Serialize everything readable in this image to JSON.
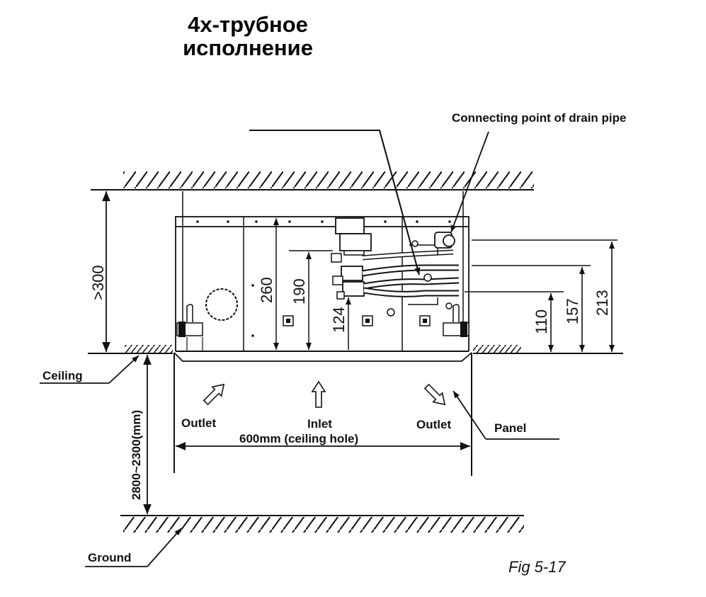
{
  "title": {
    "line1": "4х-трубное",
    "line2": "исполнение"
  },
  "labels": {
    "drain": "Connecting point of drain pipe",
    "ceiling": "Ceiling",
    "ground": "Ground",
    "panel": "Panel",
    "outlet_left": "Outlet",
    "outlet_right": "Outlet",
    "inlet": "Inlet",
    "hole": "600mm (ceiling hole)",
    "height": "2800~2300(mm)",
    "fig": "Fig 5-17"
  },
  "dimensions": {
    "above": ">300",
    "unit_height": "260",
    "d190": "190",
    "d124": "124",
    "d110": "110",
    "d157": "157",
    "d213": "213"
  }
}
